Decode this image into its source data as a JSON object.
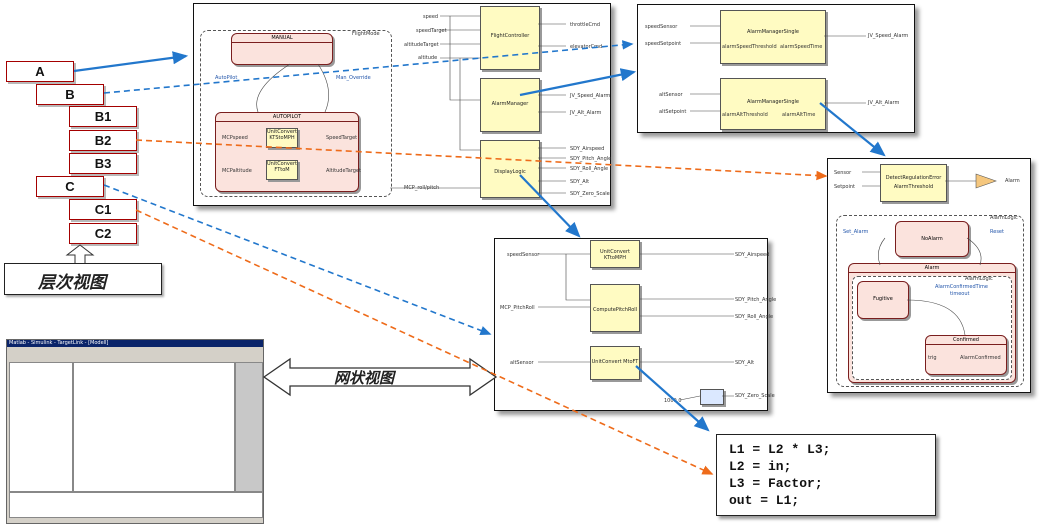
{
  "hierarchy_labels": [
    "A",
    "B",
    "B1",
    "B2",
    "B3",
    "C",
    "C1",
    "C2"
  ],
  "captions": {
    "hierarchy_view": "层次视图",
    "network_view": "网状视图"
  },
  "code_lines": [
    "L1 = L2 * L3;",
    "L2 = in;",
    "L3 = Factor;",
    "out = L1;"
  ],
  "panel1": {
    "inputs": [
      "speed",
      "speedTarget",
      "altitudeTarget",
      "altitude"
    ],
    "blocks": {
      "flight_control": "FlightController",
      "alarm_manager": "AlarmManager",
      "display_logic": "DisplayLogic"
    },
    "outputs": [
      "throttleCmd",
      "elevatorCmd",
      "JV_Speed_Alarm",
      "JV_Alt_Alarm",
      "SDY_Airspeed",
      "SDY_Pitch_Angle",
      "SDY_Roll_Angle",
      "SDY_Alt",
      "SDY_Zero_Scale"
    ],
    "mode_chart": {
      "title": "FlightMode",
      "manual": "MANUAL",
      "auto": "AUTOPILOT",
      "to_auto": "AutoPilot",
      "to_manual": "Man_Override",
      "unit_convert_knots": "UnitConvert KTStoMPH",
      "unit_convert_ft": "UnitConvert FTtoM",
      "speed_target": "SpeedTarget",
      "alt_target": "AltitudeTarget",
      "in_speed": "MCPspeed",
      "in_alt": "MCPaltitude",
      "in_roll": "MCP_roll/pitch"
    }
  },
  "panel2": {
    "inputs": [
      "speedSensor",
      "speedSetpoint",
      "altSensor",
      "altSetpoint"
    ],
    "blocks": [
      "AlarmManagerSingle",
      "AlarmManagerSingle"
    ],
    "params": [
      "alarmSpeedThreshold",
      "alarmSpeedTime",
      "alarmAltThreshold",
      "alarmAltTime"
    ],
    "outputs": [
      "JV_Speed_Alarm",
      "JV_Alt_Alarm"
    ]
  },
  "panel3": {
    "inputs": [
      "speedSensor",
      "MCP_PitchRoll",
      "altSensor"
    ],
    "blocks": [
      "UnitConvert KTtoMPH",
      "ComputePitchRoll",
      "UnitConvert MtoFT"
    ],
    "outputs": [
      "SDY_Airspeed",
      "SDY_Pitch_Angle",
      "SDY_Roll_Angle",
      "SDY_Alt",
      "SDY_Zero_Scale"
    ],
    "constant": "1000.0"
  },
  "panel4": {
    "inputs": [
      "Sensor",
      "Setpoint"
    ],
    "block": "DetectRegulationError",
    "param": "AlarmThreshold",
    "output": "Alarm",
    "chart": {
      "title": "AlarmLogic",
      "no_alarm": "NoAlarm",
      "alarm": "Alarm",
      "fugitive": "Fugitive",
      "confirmed": "Confirmed",
      "set_alarm": "Set_Alarm",
      "reset": "Reset",
      "confirmed_time": "AlarmConfirmedTime",
      "timeout": "timeout",
      "alarm_logic_inner": "AlarmLogic",
      "confirmed_action": "AlarmConfirmed",
      "trig": "trig"
    }
  },
  "thumb": {
    "title": "Matlab - Simulink - TargetLink - [Modell]"
  },
  "colors": {
    "box_border": "#a40000",
    "blue": "#2277cc",
    "orange": "#ee6b1a",
    "block": "#fffbc2",
    "state": "#fbe3dd"
  }
}
